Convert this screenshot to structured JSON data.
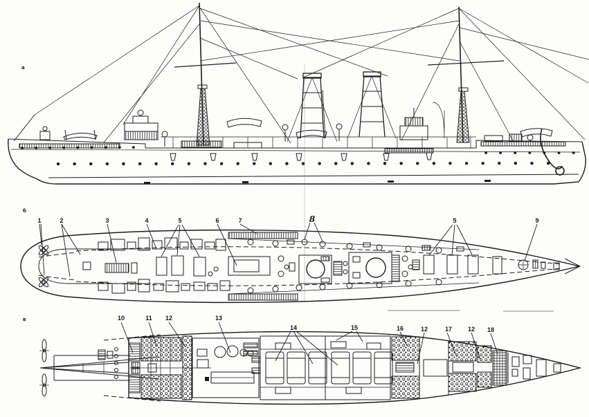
{
  "palette": {
    "ink": "#1c1c1c",
    "paper": "#fdfdfc"
  },
  "views": {
    "side_elevation": {
      "marker": "а"
    },
    "deck_plan": {
      "marker": "б",
      "callouts": [
        "1",
        "2",
        "3",
        "4",
        "5",
        "6",
        "7",
        "8",
        "5",
        "9"
      ]
    },
    "hold_plan": {
      "marker": "в",
      "callouts": [
        "10",
        "11",
        "12",
        "13",
        "14",
        "15",
        "16",
        "12",
        "17",
        "12",
        "18"
      ]
    }
  }
}
